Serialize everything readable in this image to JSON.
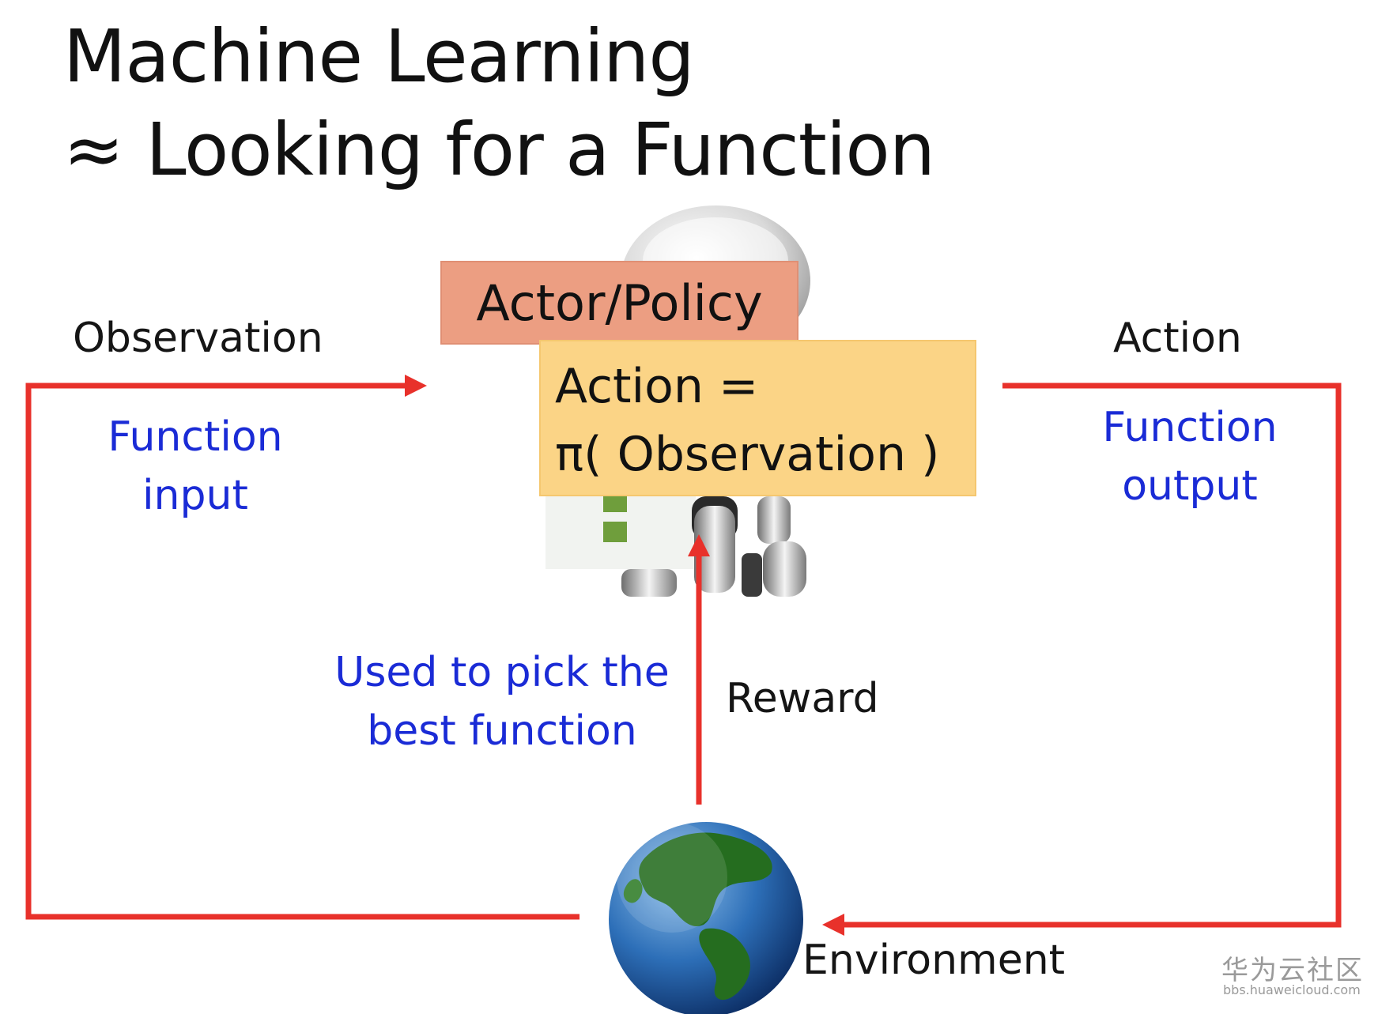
{
  "title": {
    "line1": "Machine Learning",
    "line2": "≈ Looking for a Function"
  },
  "actor": {
    "box_label": "Actor/Policy",
    "formula_line1": "Action =",
    "formula_line2": "π( Observation )"
  },
  "observation": {
    "label": "Observation",
    "note_line1": "Function",
    "note_line2": "input"
  },
  "action": {
    "label": "Action",
    "note_line1": "Function",
    "note_line2": "output"
  },
  "reward": {
    "label": "Reward",
    "note_line1": "Used to pick the",
    "note_line2": "best function"
  },
  "environment": {
    "label": "Environment"
  },
  "watermark": {
    "text_zh": "华为云社区",
    "text_en": "bbs.huaweicloud.com"
  },
  "colors": {
    "arrow": "#e8312b",
    "note_text": "#1a2bd6",
    "actor_box": "#ec9e82",
    "formula_box": "#fbd486"
  },
  "icons": [
    "robot-illustration",
    "earth-globe-illustration"
  ]
}
